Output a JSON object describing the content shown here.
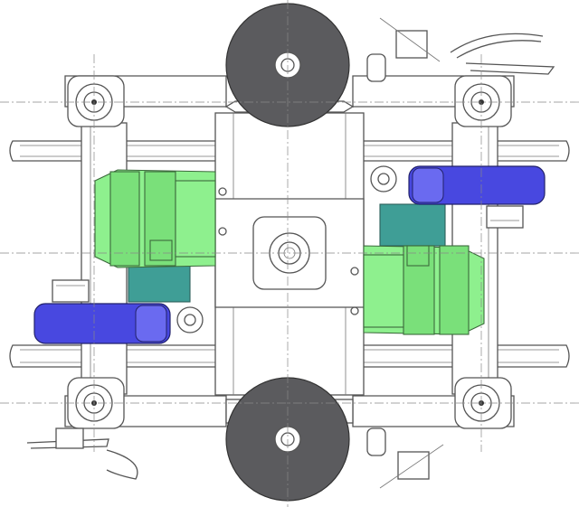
{
  "drawing": {
    "colors": {
      "frame_line": "#555555",
      "brake_disc": "#5b5b5e",
      "traction_motor": "#8ef08e",
      "gearbox": "#3f9e96",
      "brake_unit": "#4848e0",
      "background": "#ffffff"
    },
    "components": [
      "bogie-frame",
      "wheelset",
      "brake-disc",
      "axle-box",
      "traction-motor",
      "gearbox",
      "brake-caliper-unit",
      "center-pivot",
      "current-collector"
    ]
  }
}
